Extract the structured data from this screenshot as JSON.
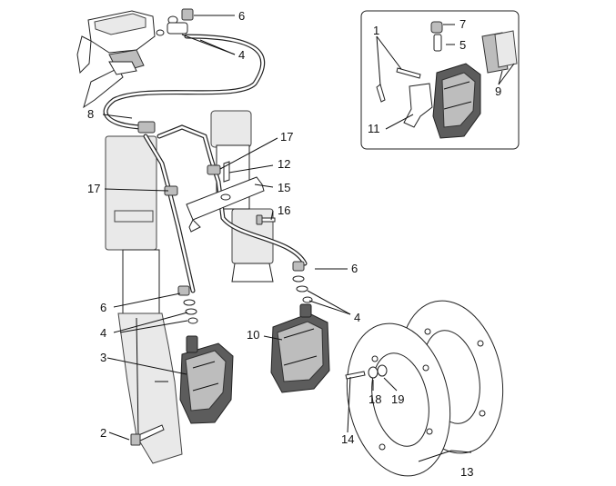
{
  "callouts": {
    "c1": "1",
    "c2": "2",
    "c3": "3",
    "c4a": "4",
    "c4b": "4",
    "c4c": "4",
    "c5": "5",
    "c6a": "6",
    "c6b": "6",
    "c6c": "6",
    "c7": "7",
    "c8": "8",
    "c9": "9",
    "c10": "10",
    "c11": "11",
    "c12": "12",
    "c13": "13",
    "c14": "14",
    "c15": "15",
    "c16": "16",
    "c17a": "17",
    "c17b": "17",
    "c18": "18",
    "c19": "19"
  },
  "colors": {
    "line": "#111111",
    "shade_dark": "#5c5c5c",
    "shade_mid": "#bdbdbd",
    "shade_light": "#e9e9e9"
  }
}
